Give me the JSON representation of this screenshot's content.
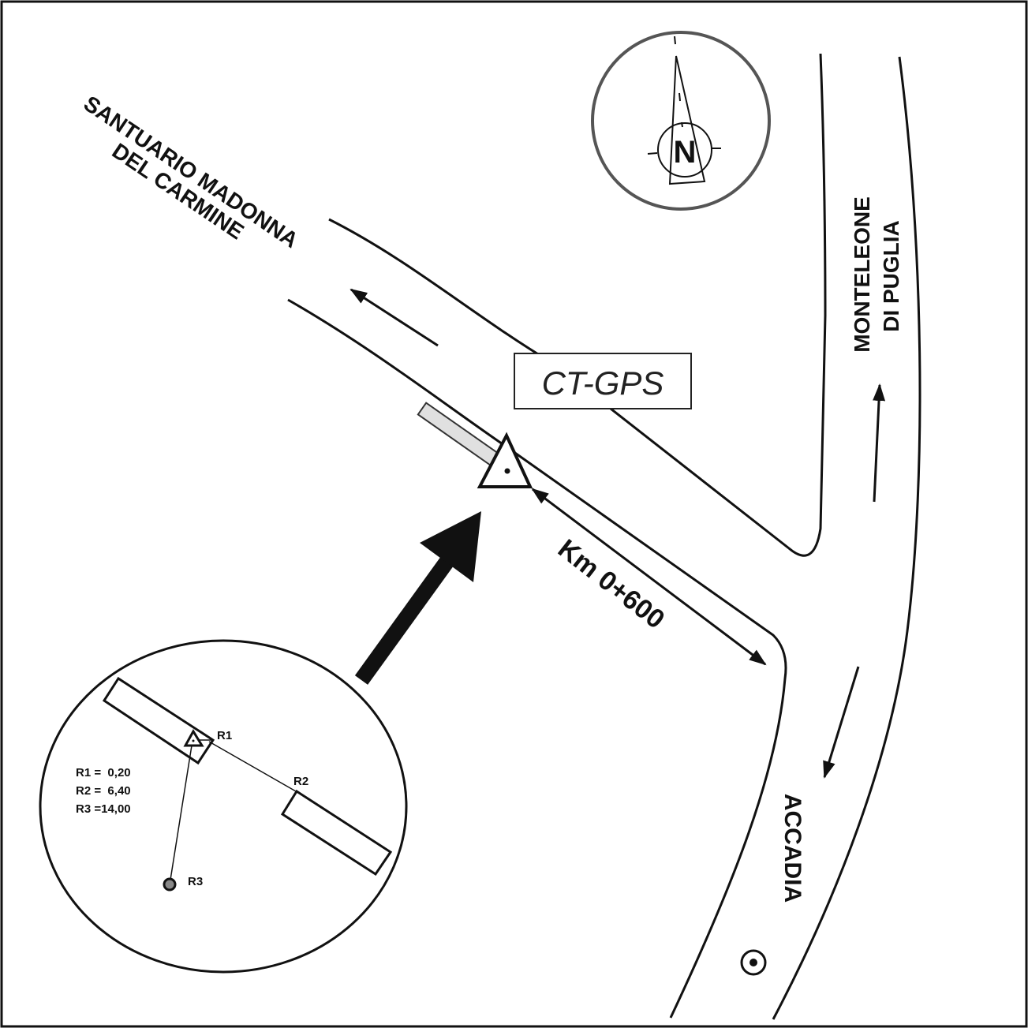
{
  "labels": {
    "destination_nw_line1": "SANTUARIO MADONNA",
    "destination_nw_line2": "DEL CARMINE",
    "destination_n_line1": "MONTELEONE",
    "destination_n_line2": "DI PUGLIA",
    "destination_s": "ACCADIA",
    "station_name": "CT-GPS",
    "kilometer": "Km 0+600",
    "compass_north": "N"
  },
  "inset": {
    "markers": [
      "R1",
      "R2",
      "R3"
    ],
    "distances": [
      "R1 =  0,20",
      "R2 =  6,40",
      "R3 =14,00"
    ]
  },
  "colors": {
    "line": "#111111",
    "compass_ring": "#555555",
    "bar_fill": "#e0e0e0",
    "dot_fill": "#888888"
  }
}
